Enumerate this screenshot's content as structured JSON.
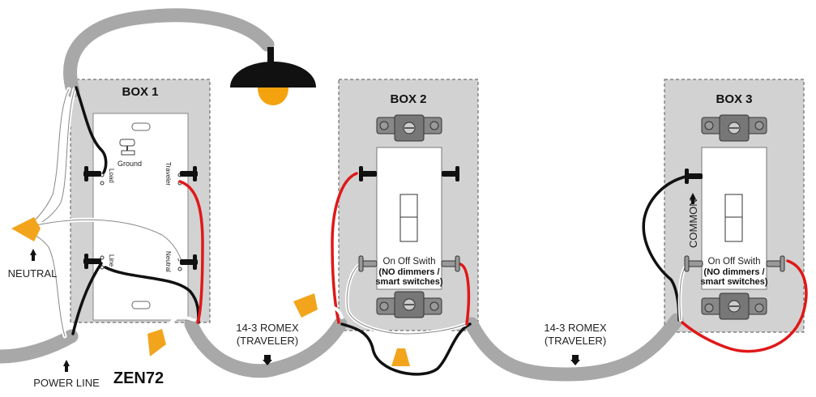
{
  "boxes": {
    "box1": {
      "title": "BOX 1"
    },
    "box2": {
      "title": "BOX 2"
    },
    "box3": {
      "title": "BOX 3"
    }
  },
  "zen72": {
    "terminal_ground": "Ground",
    "terminal_load": "Load",
    "terminal_traveler": "Traveler",
    "terminal_line": "Line",
    "terminal_neutral": "Neutral",
    "model": "ZEN72"
  },
  "switch2": {
    "line1": "On Off Swith",
    "line2": "(NO dimmers /",
    "line3": "smart switches)"
  },
  "switch3": {
    "line1": "On Off Swith",
    "line2": "(NO dimmers /",
    "line3": "smart switches)",
    "common": "COMMON"
  },
  "labels": {
    "neutral": "NEUTRAL",
    "power_line": "POWER LINE",
    "romex1_line1": "14-3 ROMEX",
    "romex1_line2": "(TRAVELER)",
    "romex2_line1": "14-3 ROMEX",
    "romex2_line2": "(TRAVELER)"
  },
  "colors": {
    "cable": "#a8a8a8",
    "box_fill": "#d2d2d2",
    "hot": "#e01818",
    "line": "#111111",
    "nut": "#f2a51c",
    "bulb": "#f4a30f"
  }
}
